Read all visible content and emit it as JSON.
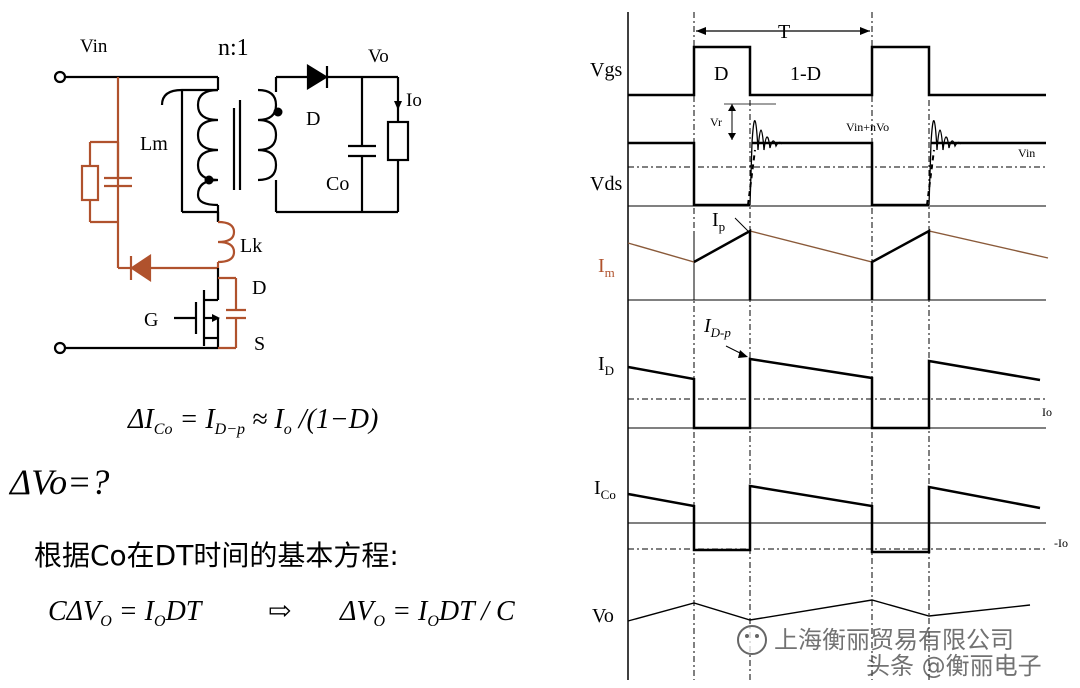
{
  "circuit": {
    "vin": "Vin",
    "ratio": "n:1",
    "vo": "Vo",
    "io": "Io",
    "lm": "Lm",
    "d_diode": "D",
    "co": "Co",
    "lk": "Lk",
    "g": "G",
    "d_drain": "D",
    "s": "S"
  },
  "equations": {
    "eq1": {
      "lhs": "ΔI",
      "lhs_sub": "Co",
      "mid": " = I",
      "mid_sub": "D−p",
      "rest": " ≈ I",
      "rest_sub": "o",
      "tail": " /(1−D)"
    },
    "question": "ΔVo=?",
    "chinese_line": "根据Co在DT时间的基本方程:",
    "eq2_left": {
      "a": "CΔV",
      "a_sub": "O",
      "b": " = I",
      "b_sub": "O",
      "c": "DT"
    },
    "arrow": "⇨",
    "eq2_right": {
      "a": "ΔV",
      "a_sub": "O",
      "b": " = I",
      "b_sub": "O",
      "c": "DT / C"
    }
  },
  "waveforms": {
    "period": "T",
    "duty_d": "D",
    "duty_1d": "1-D",
    "vr": "Vr",
    "vin_nvo": "Vin+nVo",
    "vin": "Vin",
    "ip": "I",
    "ip_sub": "p",
    "idp": "I",
    "idp_sub": "D-p",
    "io": "Io",
    "neg_io": "-Io",
    "rows": {
      "vgs": "Vgs",
      "vds": "Vds",
      "im": "I",
      "im_sub": "m",
      "id": "I",
      "id_sub": "D",
      "ico": "I",
      "ico_sub": "Co",
      "vo": "Vo"
    }
  },
  "watermark": {
    "line1": "上海衡丽贸易有限公司",
    "line2": "头条 @衡丽电子"
  },
  "colors": {
    "accent": "#b0522d",
    "line": "#000000"
  }
}
